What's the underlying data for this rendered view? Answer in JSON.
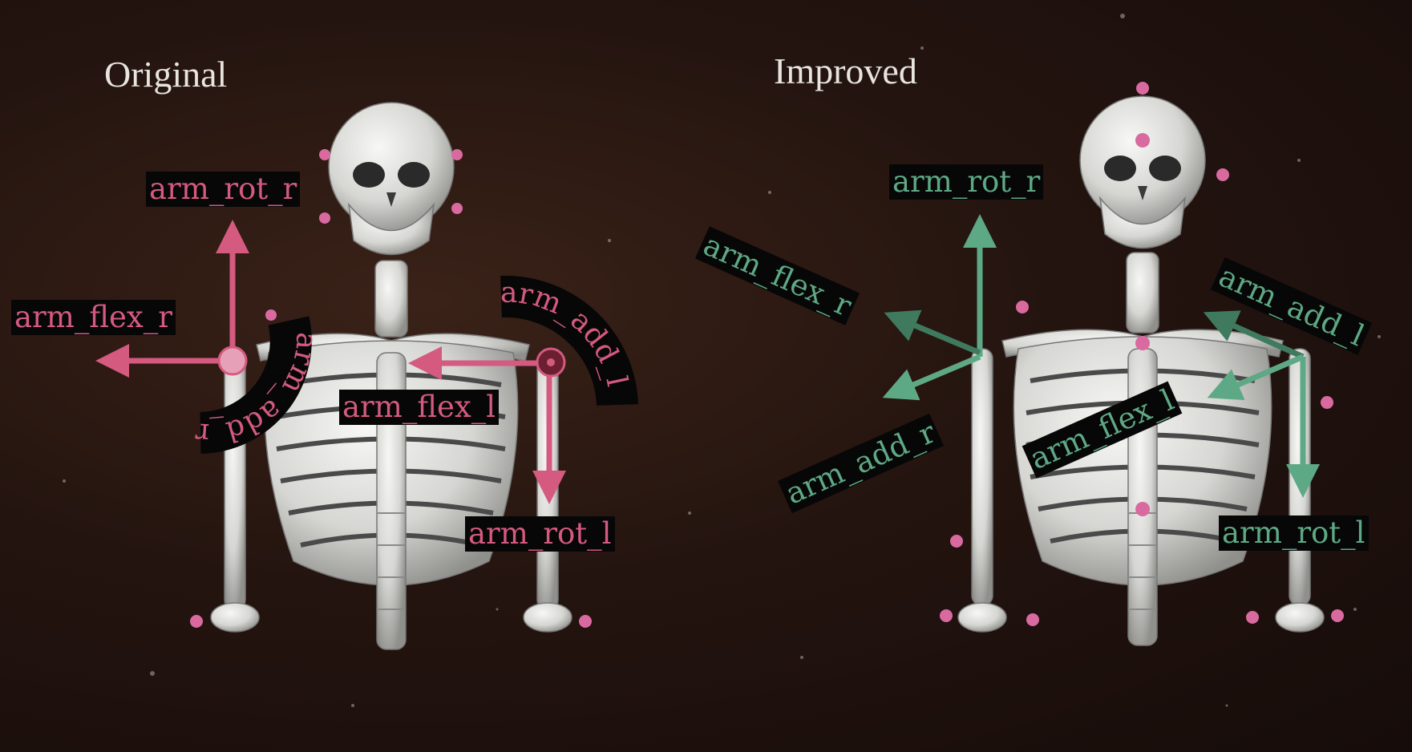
{
  "panels": {
    "left": {
      "title": "Original"
    },
    "right": {
      "title": "Improved"
    }
  },
  "labels": {
    "left": {
      "arm_rot_r": "arm_rot_r",
      "arm_flex_r": "arm_flex_r",
      "arm_add_r": "arm_add_r",
      "arm_flex_l": "arm_flex_l",
      "arm_add_l": "arm_add_l",
      "arm_rot_l": "arm_rot_l"
    },
    "right": {
      "arm_rot_r": "arm_rot_r",
      "arm_flex_r": "arm_flex_r",
      "arm_add_r": "arm_add_r",
      "arm_add_l": "arm_add_l",
      "arm_flex_l": "arm_flex_l",
      "arm_rot_l": "arm_rot_l"
    }
  },
  "colors": {
    "original_accent": "#d45a80",
    "improved_accent": "#5ea985",
    "marker": "#d96aa0",
    "label_bg": "#070707",
    "title": "#e8e4de"
  }
}
